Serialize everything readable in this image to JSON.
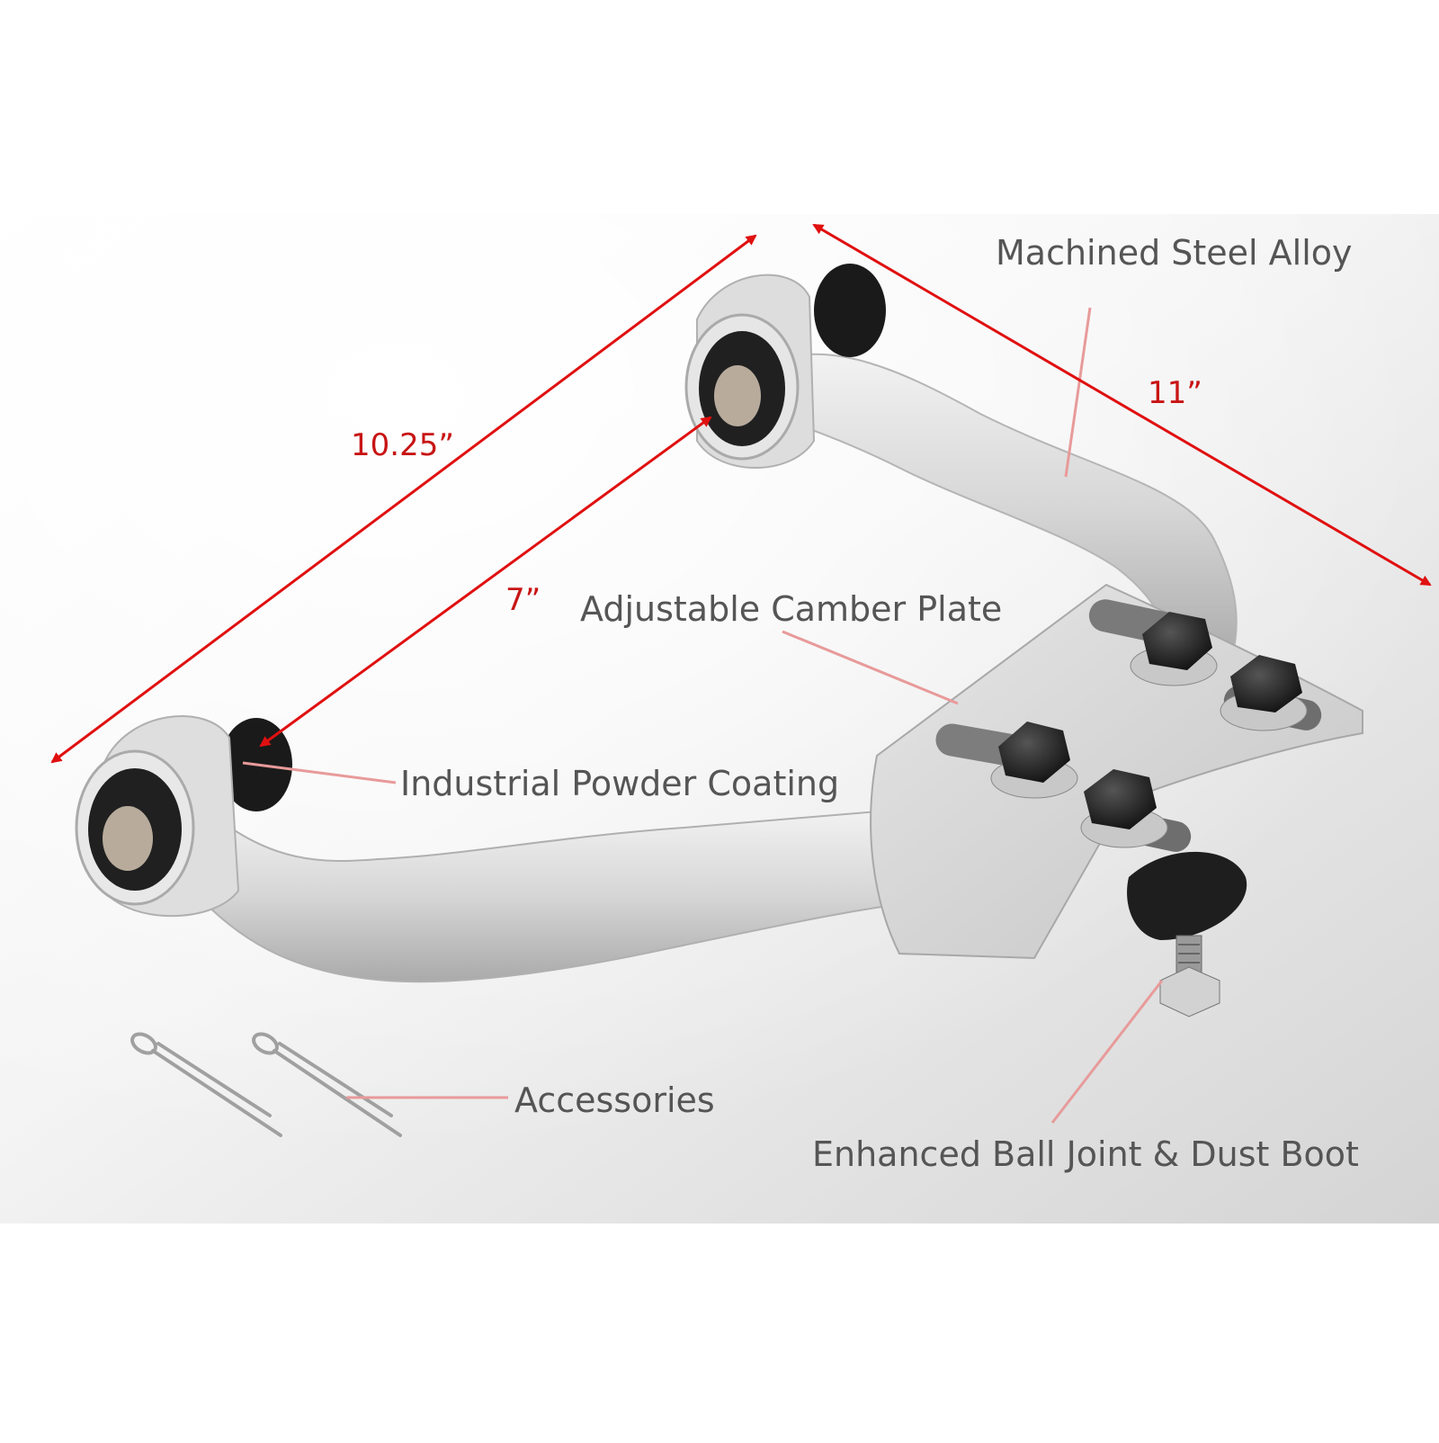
{
  "dimensions": {
    "overall_length": "10.25”",
    "inner_length": "7”",
    "width": "11”"
  },
  "features": {
    "machined_steel": "Machined Steel Alloy",
    "camber_plate": "Adjustable Camber Plate",
    "powder_coating": "Industrial Powder Coating",
    "accessories": "Accessories",
    "ball_joint": "Enhanced Ball Joint & Dust Boot"
  },
  "colors": {
    "dimension_arrows": "#e01010",
    "dimension_text": "#c81414",
    "label_text": "#555555",
    "leader_lines": "#e89a9a",
    "part_finish": "#d9d9d9"
  }
}
